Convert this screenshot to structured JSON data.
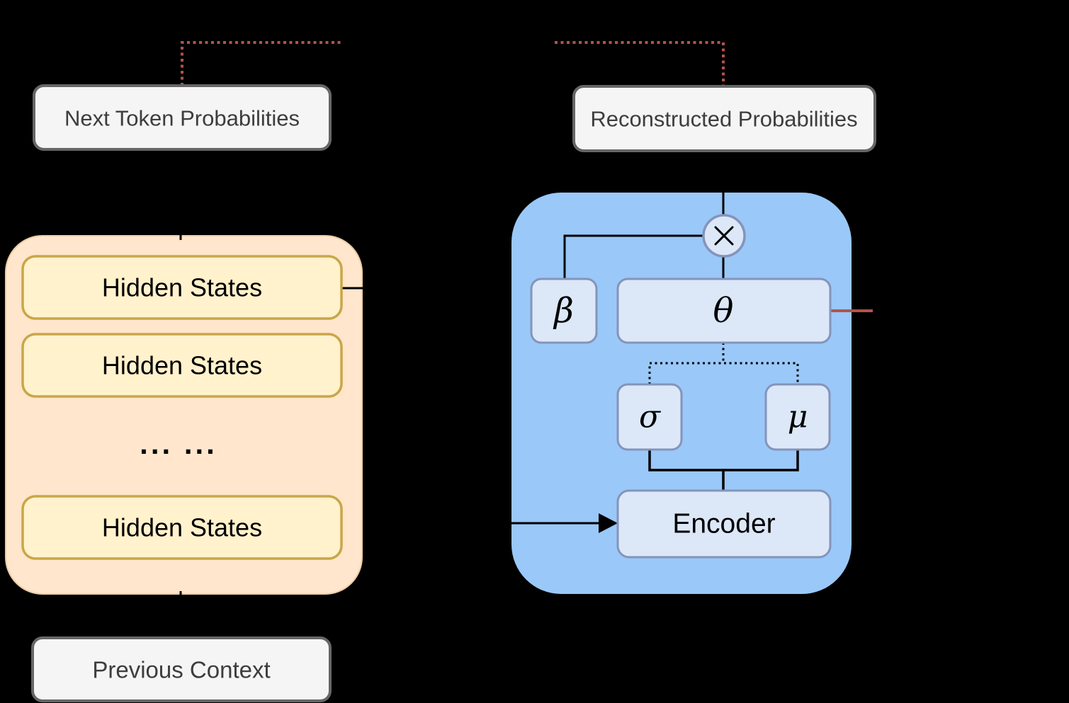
{
  "figure": {
    "type": "architecture-diagram",
    "background_color": "#000000"
  },
  "labels": {
    "next_token": "Next Token Probabilities",
    "reconstructed": "Reconstructed Probabilities",
    "previous_context": "Previous Context",
    "hidden_states": [
      "Hidden States",
      "Hidden States",
      "Hidden States"
    ],
    "ellipsis": "... ...",
    "encoder": "Encoder",
    "beta": "β",
    "theta": "θ",
    "sigma": "σ",
    "mu": "μ",
    "multiply": "×"
  },
  "colors": {
    "background": "#000000",
    "label_box_fill": "#f5f5f5",
    "label_box_stroke": "#666666",
    "label_text": "#3d3d3d",
    "orange_container_fill": "#ffe6cc",
    "orange_container_stroke": "#edcda6",
    "hidden_box_fill": "#fff2cc",
    "hidden_box_stroke": "#c9a648",
    "blue_container_fill": "#9ac8f8",
    "inner_box_fill": "#dce7f8",
    "inner_box_stroke": "#8494bb",
    "line_black": "#000000",
    "line_red": "#b0544c",
    "text_black": "#000000"
  }
}
